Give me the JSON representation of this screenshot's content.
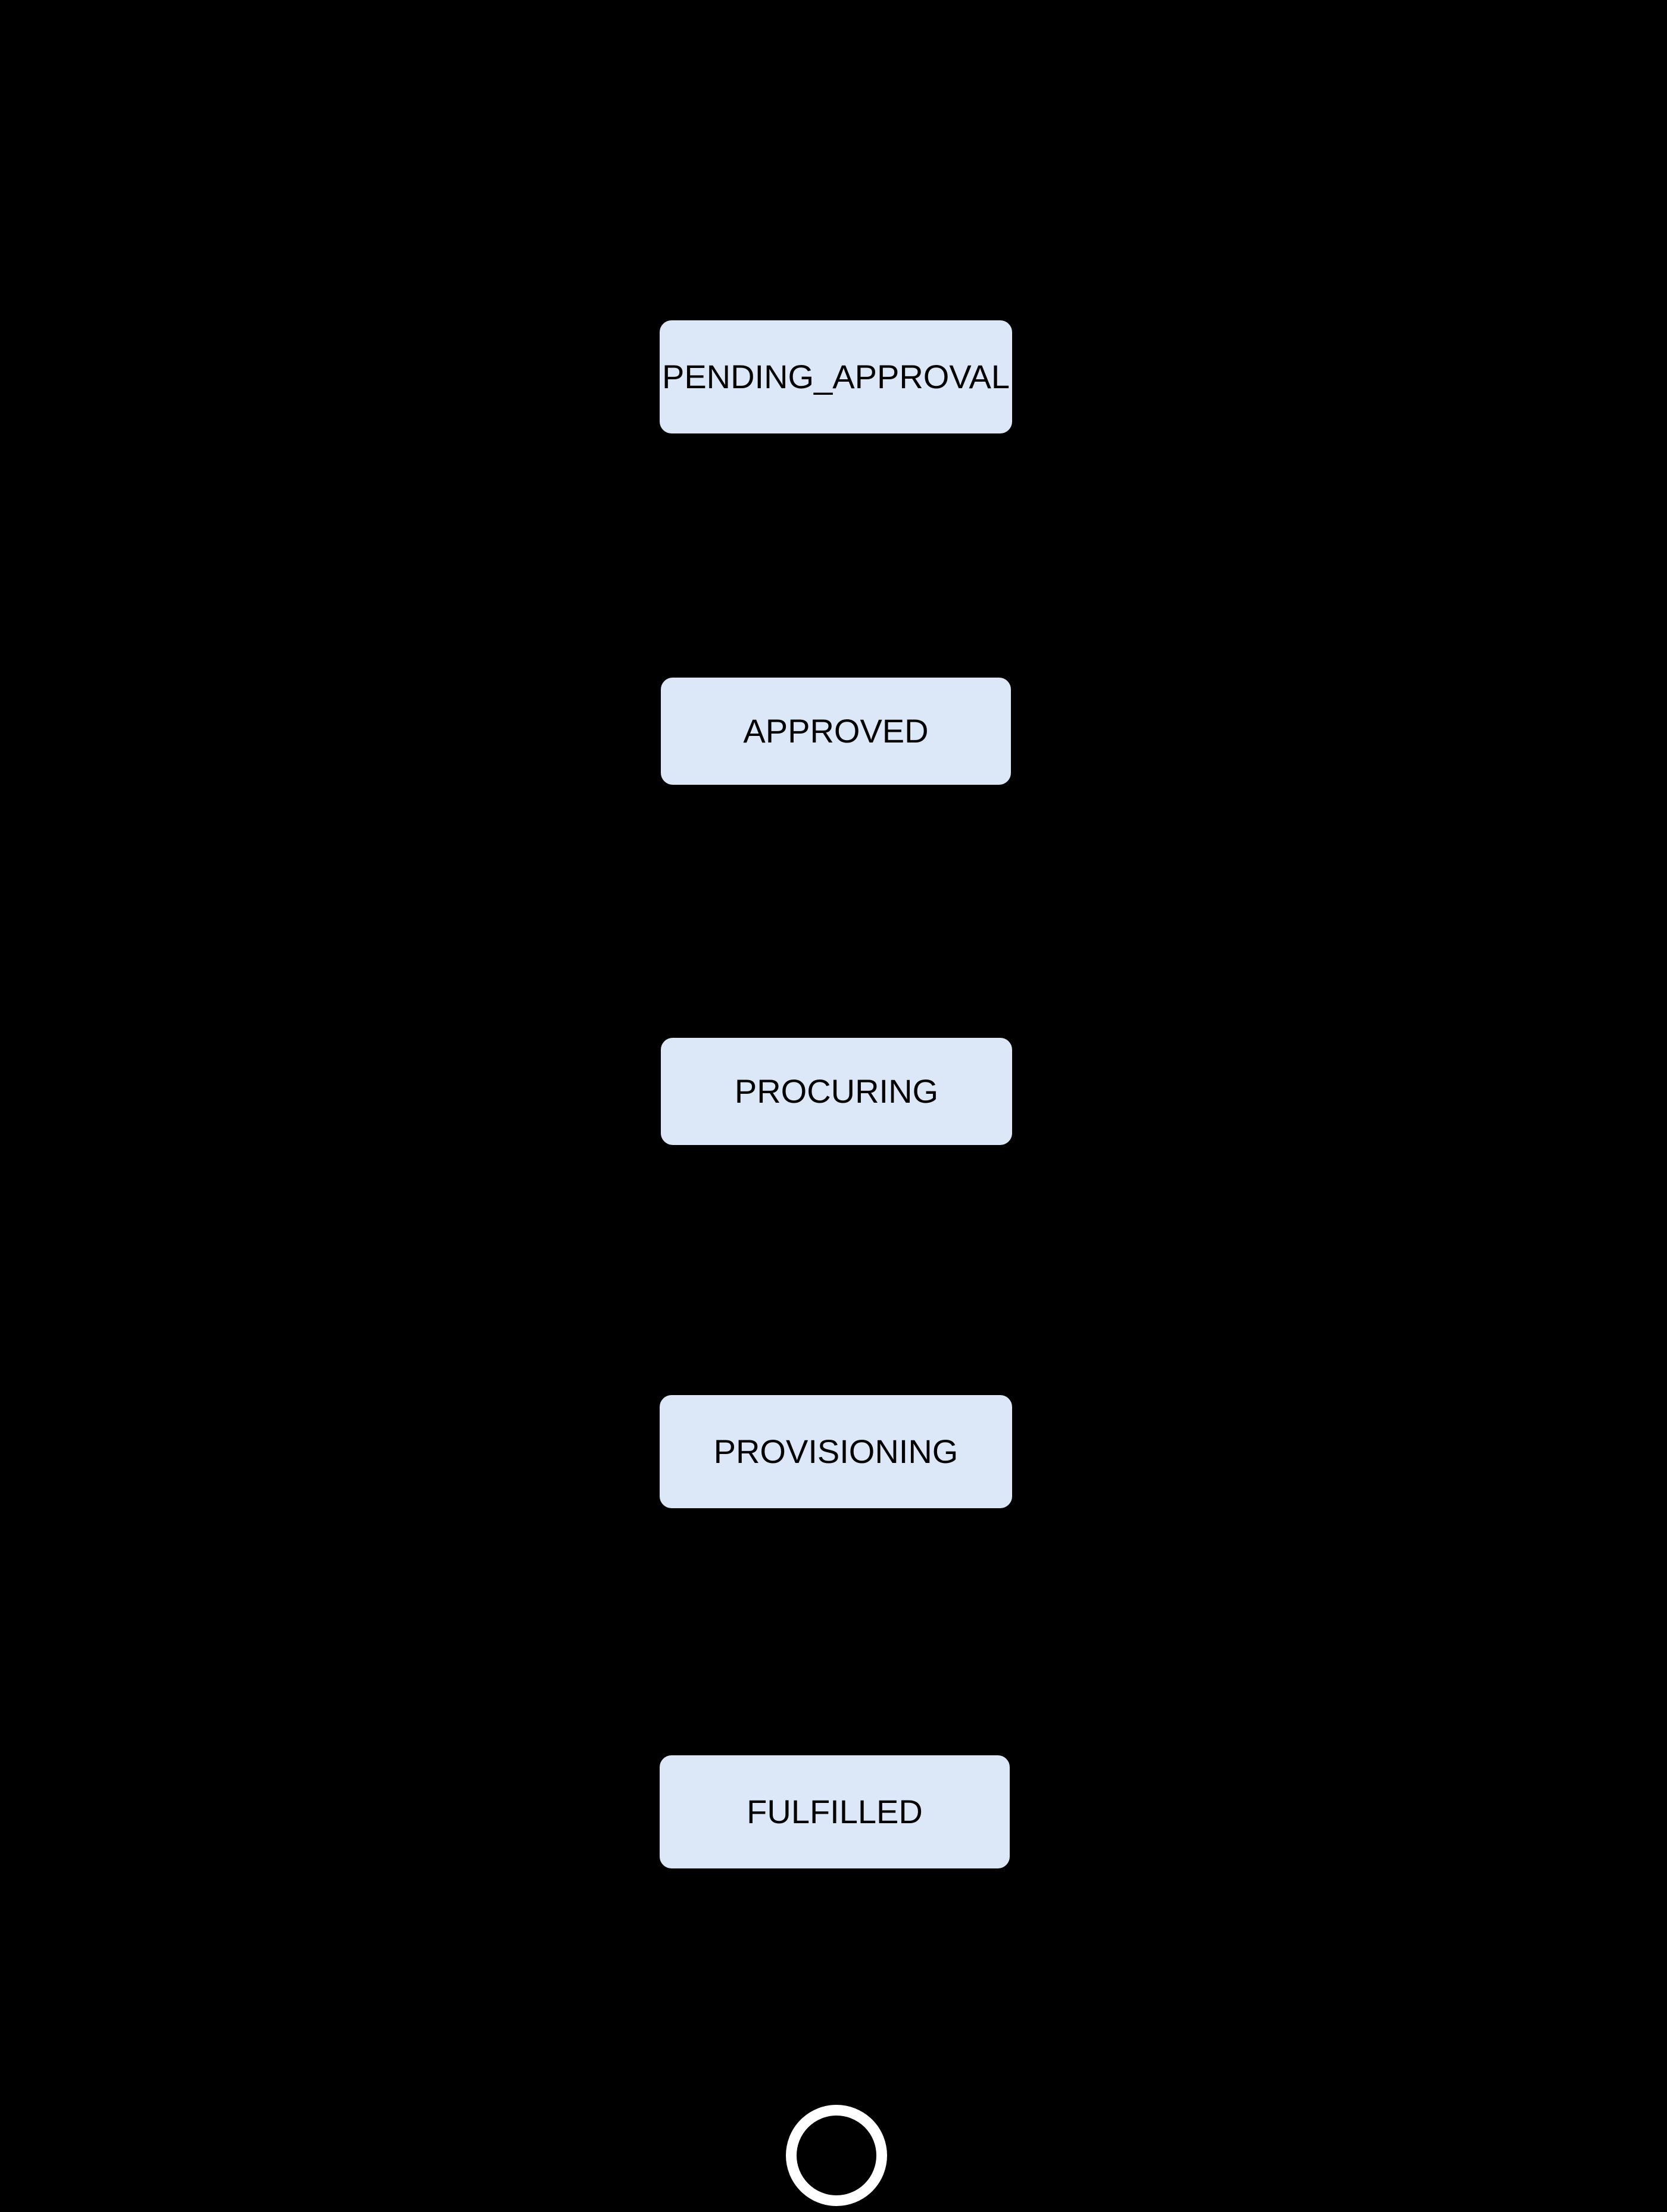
{
  "diagram": {
    "type": "state-diagram",
    "orientation": "vertical",
    "background_color": "#000000",
    "node_fill_color": "#dce7f8",
    "node_text_color": "#000000",
    "edge_color": "#000000",
    "end_state_color": "#ffffff",
    "title": "",
    "nodes": [
      {
        "id": "pending_approval",
        "label": "PENDING_APPROVAL",
        "shape": "rounded-rect"
      },
      {
        "id": "approved",
        "label": "APPROVED",
        "shape": "rounded-rect"
      },
      {
        "id": "procuring",
        "label": "PROCURING",
        "shape": "rounded-rect"
      },
      {
        "id": "provisioning",
        "label": "PROVISIONING",
        "shape": "rounded-rect"
      },
      {
        "id": "fulfilled",
        "label": "FULFILLED",
        "shape": "rounded-rect"
      },
      {
        "id": "end",
        "label": "",
        "shape": "end-ring"
      }
    ],
    "edges": [
      {
        "from": "pending_approval",
        "to": "approved",
        "label": ""
      },
      {
        "from": "approved",
        "to": "procuring",
        "label": ""
      },
      {
        "from": "procuring",
        "to": "provisioning",
        "label": ""
      },
      {
        "from": "provisioning",
        "to": "fulfilled",
        "label": ""
      },
      {
        "from": "fulfilled",
        "to": "end",
        "label": ""
      }
    ]
  }
}
